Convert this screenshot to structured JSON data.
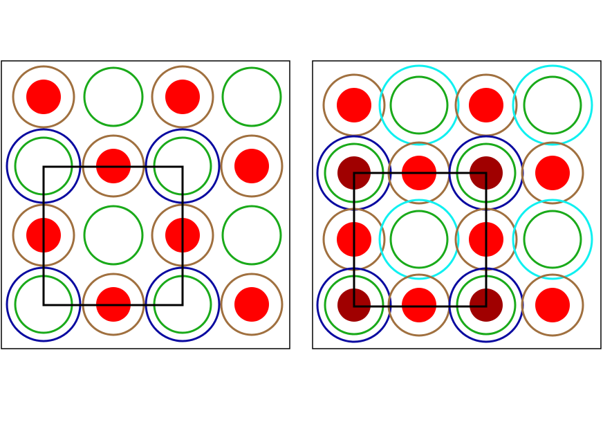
{
  "colors": {
    "frame": "#000000",
    "brown_ring": "#A0703F",
    "green_ring": "#1AAA1A",
    "blue_ring": "#0A0AA0",
    "cyan_ring": "#10F0F0",
    "red_dot": "#FF0000",
    "dark_red_dot": "#A00000",
    "inner_square": "#000000"
  },
  "panels": [
    {
      "id": "left",
      "grid": [
        [
          "brown-red",
          "green",
          "brown-red",
          "green"
        ],
        [
          "blue-green",
          "brown-red",
          "blue-green",
          "brown-red"
        ],
        [
          "brown-red",
          "green",
          "brown-red",
          "green"
        ],
        [
          "blue-green",
          "brown-red",
          "blue-green",
          "brown-red"
        ]
      ]
    },
    {
      "id": "right",
      "grid": [
        [
          "brown-red",
          "cyan-green",
          "brown-red",
          "cyan-green"
        ],
        [
          "blue-green-darkred",
          "brown-red",
          "blue-green-darkred",
          "brown-red"
        ],
        [
          "brown-red",
          "cyan-green",
          "brown-red",
          "cyan-green"
        ],
        [
          "blue-green-darkred",
          "brown-red",
          "blue-green-darkred",
          "brown-red"
        ]
      ]
    }
  ]
}
